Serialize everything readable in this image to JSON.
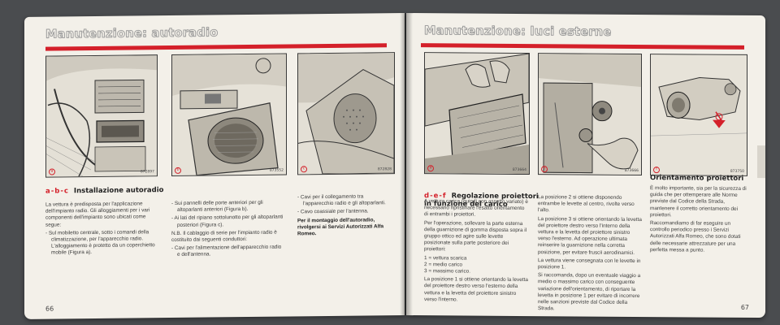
{
  "left": {
    "title": "Manutenzione: autoradio",
    "fig_codes": [
      "872897",
      "873552",
      "872828"
    ],
    "fig_marks": [
      "a",
      "b",
      "c"
    ],
    "section_letters": "a-b-c",
    "section_title": "Installazione autoradio",
    "col1": [
      "La vettura è predisposta per l'applicazione dell'impianto radio. Gli alloggiamenti per i vari componenti dell'impianto sono ubicati come segue:",
      "- Sul mobiletto centrale, sotto i comandi della climatizzazione, per l'apparecchio radio. L'alloggiamento è protetto da un coperchietto mobile (Figura a)."
    ],
    "col2": [
      "- Sui pannelli delle porte anteriori per gli altoparlanti anteriori (Figura b).",
      "- Ai lati del ripiano sottolunotto per gli altoparlanti posteriori (Figura c).",
      "N.B. Il cablaggio di serie per l'impianto radio è costituito dai seguenti conduttori:",
      "- Cavi per l'alimentazione dell'apparecchio radio e dell'antenna."
    ],
    "col3": [
      "- Cavi per il collegamento tra l'apparecchio radio e gli altoparlanti.",
      "- Cavo coassiale per l'antenna."
    ],
    "col3_bold": "Per il montaggio dell'autoradio, rivolgersi ai Servizi Autorizzati Alfa Romeo.",
    "page_number": "66"
  },
  "right": {
    "title": "Manutenzione: luci esterne",
    "fig_codes": [
      "873664",
      "873666",
      "873750"
    ],
    "fig_marks": [
      "d",
      "e",
      "f"
    ],
    "section_letters": "d-e-f",
    "section_title": "Regolazione proiettori\nin funzione del carico",
    "section2_title": "Orientamento proiettori",
    "col1": [
      "A vettura carica (quindi con assetto variato) è necessario ripristinare l'esatto orientamento di entrambi i proiettori.",
      "Per l'operazione, sollevare la parte esterna della guarnizione di gomma disposta sopra il gruppo ottico ed agire sulle levette posizionate sulla parte posteriore dei proiettori:",
      "1 = vettura scarica",
      "2 = medio carico",
      "3 = massimo carico.",
      "La posizione 1 si ottiene orientando la levetta del proiettore destro verso l'esterno della vettura e la levetta del proiettore sinistro verso l'interno."
    ],
    "col2": [
      "La posizione 2 si ottiene disponendo entrambe le levette al centro, rivolte verso l'alto.",
      "La posizione 3 si ottiene orientando la levetta del proiettore destro verso l'interno della vettura e la levetta del proiettore sinistro verso l'esterno. Ad operazione ultimata reinserire la guarnizione nella corretta posizione, per evitare fruscii aerodinamici.",
      "La vettura viene consegnata con le levette in posizione 1.",
      "Si raccomanda, dopo un eventuale viaggio a medio o massimo carico con conseguente variazione dell'orientamento, di riportare la levetta in posizione 1 per evitare di incorrere nelle sanzioni previste dal Codice della Strada."
    ],
    "col3": [
      "È molto importante, sia per la sicurezza di guida che per ottemperare alle Norme previste dal Codice della Strada, mantenere il corretto orientamento dei proiettori.",
      "Raccomandiamo di far eseguire un controllo periodico presso i Servizi Autorizzati Alfa Romeo, che sono dotati delle necessarie attrezzature per una perfetta messa a punto."
    ],
    "page_number": "67"
  },
  "colors": {
    "accent_red": "#d4202a",
    "paper": "#f3f0e9",
    "background": "#4a4c4f"
  }
}
